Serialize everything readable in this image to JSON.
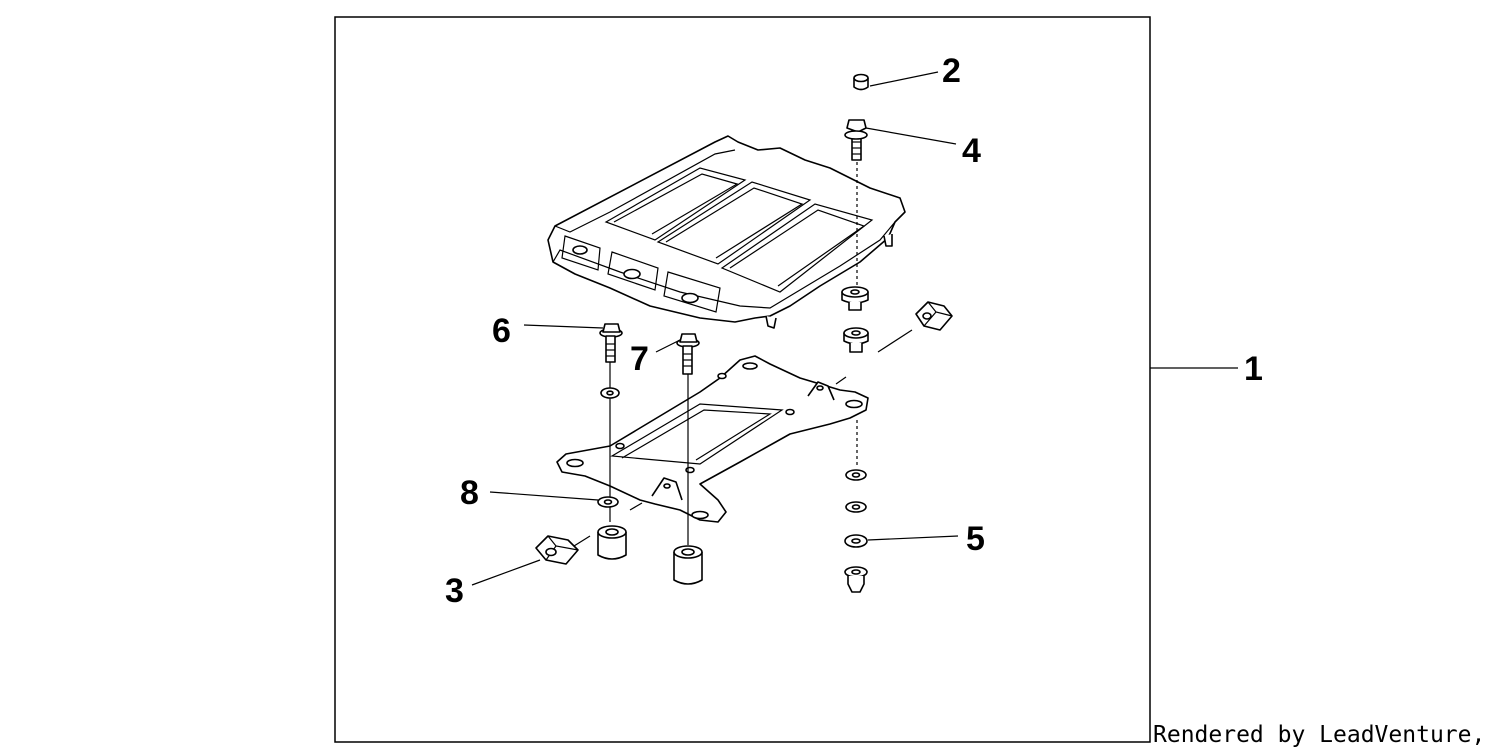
{
  "callouts": {
    "c1": "1",
    "c2": "2",
    "c3": "3",
    "c4": "4",
    "c5": "5",
    "c6": "6",
    "c7": "7",
    "c8": "8"
  },
  "credit": "Rendered by LeadVenture, Inc."
}
